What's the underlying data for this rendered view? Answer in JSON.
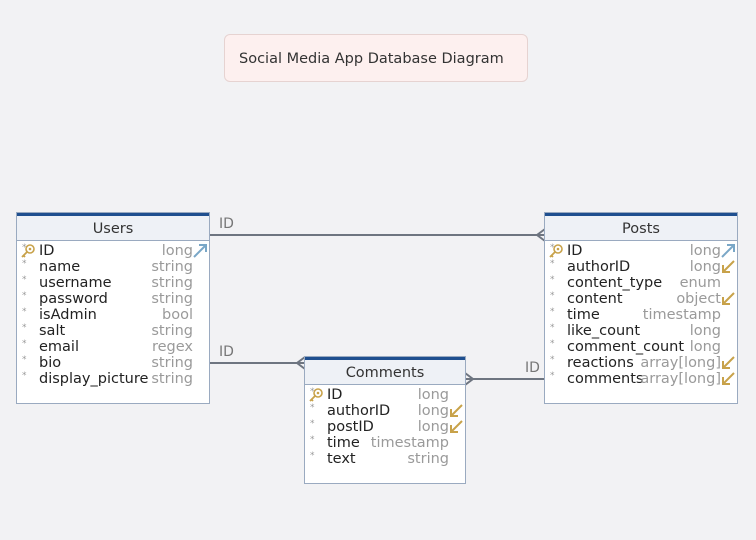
{
  "title_note": "Social Media App Database Diagram",
  "tables": {
    "users": {
      "name": "Users",
      "fields": [
        {
          "name": "ID",
          "type": "long",
          "pk": true,
          "ref": "out"
        },
        {
          "name": "name",
          "type": "string"
        },
        {
          "name": "username",
          "type": "string"
        },
        {
          "name": "password",
          "type": "string"
        },
        {
          "name": "isAdmin",
          "type": "bool"
        },
        {
          "name": "salt",
          "type": "string"
        },
        {
          "name": "email",
          "type": "regex"
        },
        {
          "name": "bio",
          "type": "string"
        },
        {
          "name": "display_picture",
          "type": "string"
        }
      ]
    },
    "comments": {
      "name": "Comments",
      "fields": [
        {
          "name": "ID",
          "type": "long",
          "pk": true
        },
        {
          "name": "authorID",
          "type": "long",
          "ref": "in"
        },
        {
          "name": "postID",
          "type": "long",
          "ref": "in"
        },
        {
          "name": "time",
          "type": "timestamp"
        },
        {
          "name": "text",
          "type": "string"
        }
      ]
    },
    "posts": {
      "name": "Posts",
      "fields": [
        {
          "name": "ID",
          "type": "long",
          "pk": true,
          "ref": "out"
        },
        {
          "name": "authorID",
          "type": "long",
          "ref": "in"
        },
        {
          "name": "content_type",
          "type": "enum"
        },
        {
          "name": "content",
          "type": "object",
          "ref": "in"
        },
        {
          "name": "time",
          "type": "timestamp"
        },
        {
          "name": "like_count",
          "type": "long"
        },
        {
          "name": "comment_count",
          "type": "long"
        },
        {
          "name": "reactions",
          "type": "array[long]",
          "ref": "in"
        },
        {
          "name": "comments",
          "type": "array[long]",
          "ref": "in"
        }
      ]
    }
  },
  "links": {
    "users_posts": "ID",
    "users_comments": "ID",
    "posts_comments": "ID"
  },
  "colors": {
    "header_border": "#1f4f8f",
    "link_line": "#6e7580",
    "ref_out": "#7aa7c7",
    "ref_in": "#c8a24a",
    "key": "#c8a24a"
  }
}
